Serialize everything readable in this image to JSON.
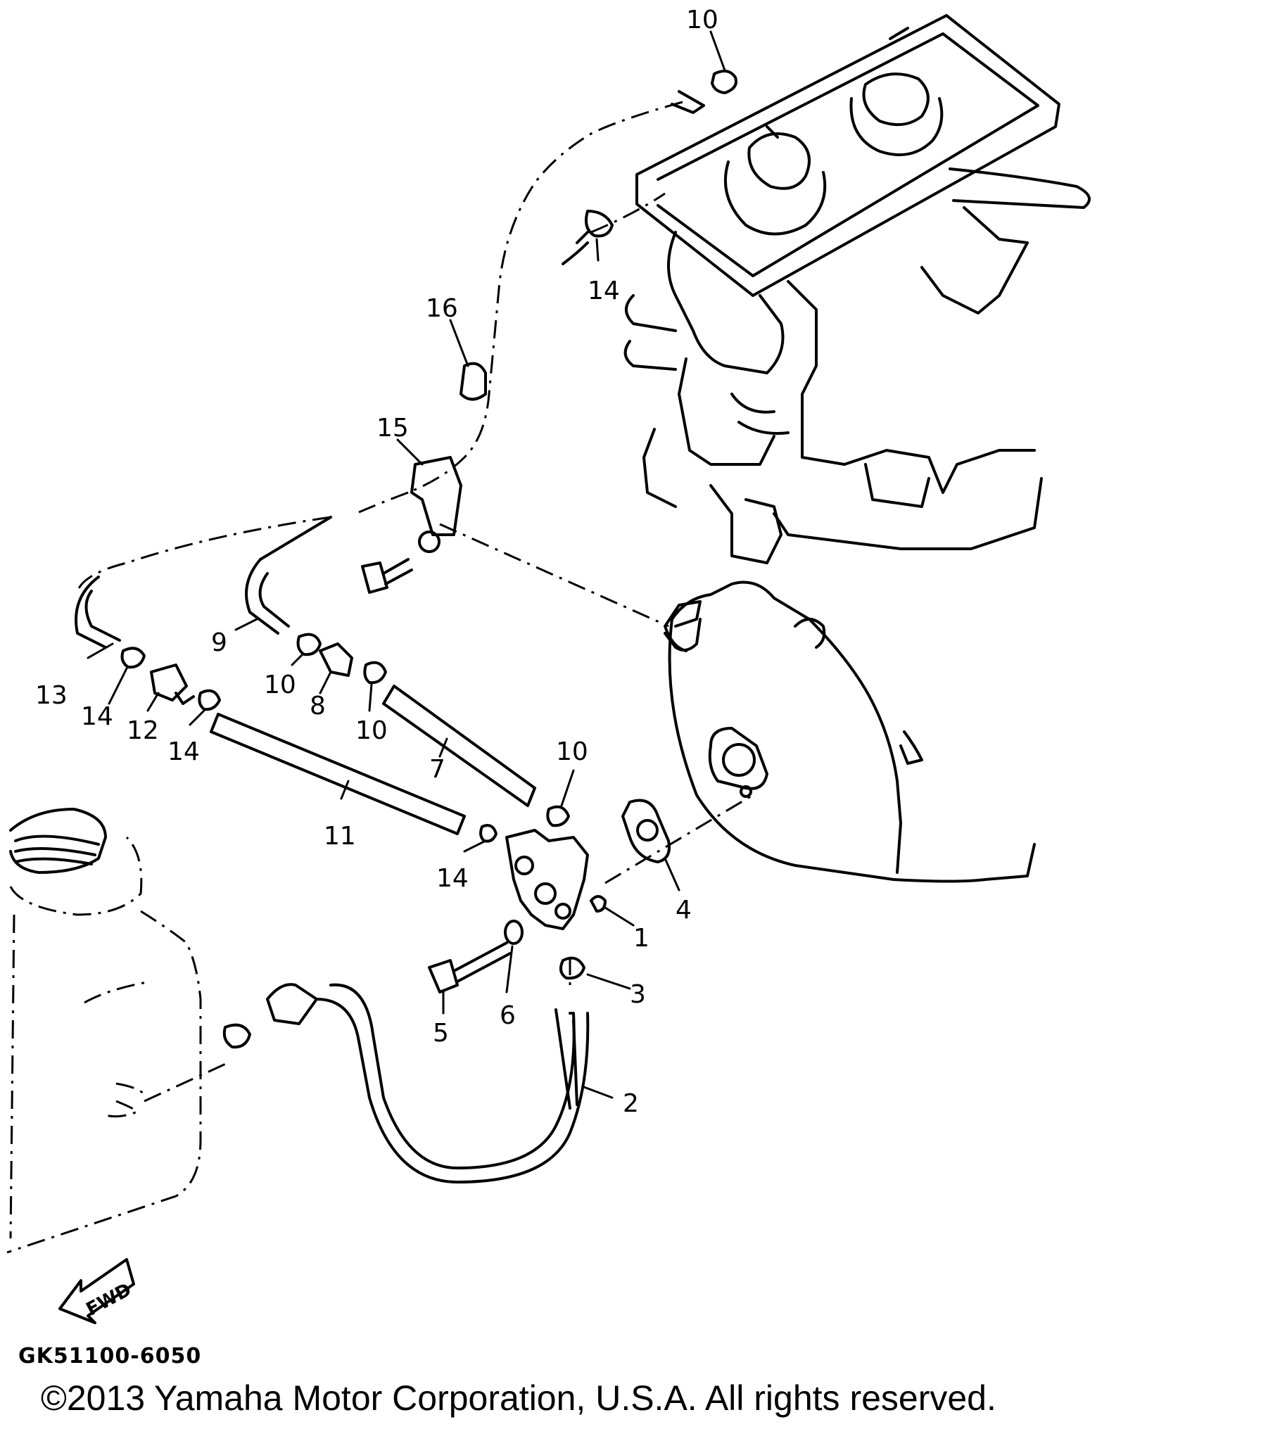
{
  "diagram": {
    "callouts": [
      {
        "id": "c1",
        "label": "10"
      },
      {
        "id": "c2",
        "label": "14"
      },
      {
        "id": "c3",
        "label": "16"
      },
      {
        "id": "c4",
        "label": "15"
      },
      {
        "id": "c5",
        "label": "9"
      },
      {
        "id": "c6",
        "label": "13"
      },
      {
        "id": "c7",
        "label": "14"
      },
      {
        "id": "c8",
        "label": "12"
      },
      {
        "id": "c9",
        "label": "14"
      },
      {
        "id": "c10",
        "label": "10"
      },
      {
        "id": "c11",
        "label": "8"
      },
      {
        "id": "c12",
        "label": "10"
      },
      {
        "id": "c13",
        "label": "7"
      },
      {
        "id": "c14",
        "label": "10"
      },
      {
        "id": "c15",
        "label": "11"
      },
      {
        "id": "c16",
        "label": "14"
      },
      {
        "id": "c17",
        "label": "4"
      },
      {
        "id": "c18",
        "label": "1"
      },
      {
        "id": "c19",
        "label": "3"
      },
      {
        "id": "c20",
        "label": "6"
      },
      {
        "id": "c21",
        "label": "5"
      },
      {
        "id": "c22",
        "label": "2"
      }
    ],
    "fwd_label": "FWD",
    "part_code": "GK51100-6050",
    "copyright": "©2013 Yamaha Motor Corporation, U.S.A. All rights reserved."
  }
}
